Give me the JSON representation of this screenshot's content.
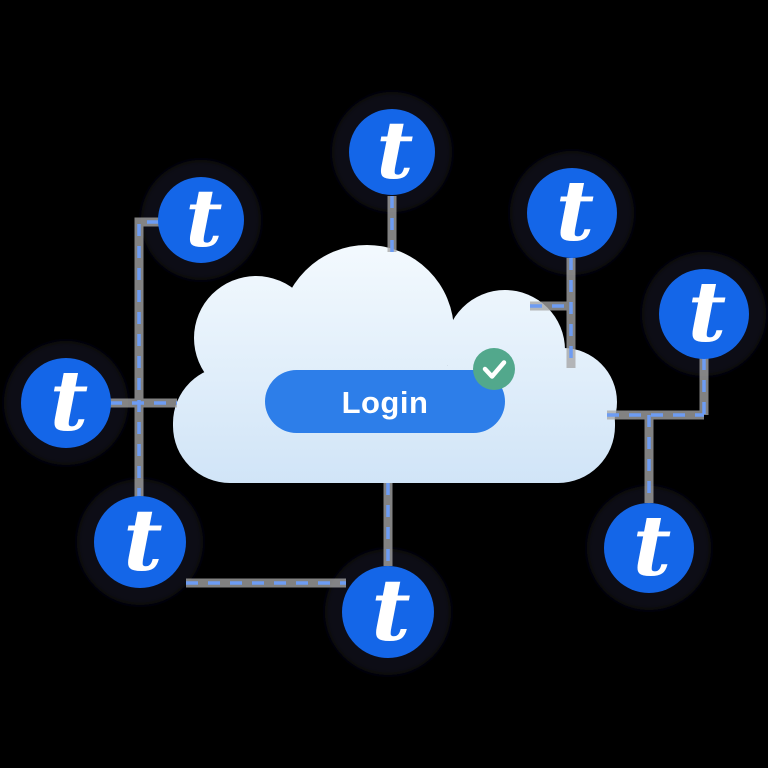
{
  "illustration": {
    "title": "cloud-login-network",
    "login_button": {
      "label": "Login"
    },
    "badge": {
      "icon": "check-icon"
    },
    "coins": [
      {
        "position": "top-center",
        "glyph": "t"
      },
      {
        "position": "top-left",
        "glyph": "t"
      },
      {
        "position": "top-right",
        "glyph": "t"
      },
      {
        "position": "right",
        "glyph": "t"
      },
      {
        "position": "left",
        "glyph": "t"
      },
      {
        "position": "bottom-left",
        "glyph": "t"
      },
      {
        "position": "bottom-center",
        "glyph": "t"
      },
      {
        "position": "bottom-right",
        "glyph": "t"
      }
    ],
    "colors": {
      "background": "#000000",
      "halo": "#101014",
      "coin_blue": "#1466E8",
      "button_blue": "#2D7EE9",
      "badge_green": "#52A88C",
      "dash_blue": "#6D9CF3",
      "dash_gray": "#A6A6A6",
      "cloud_top": "#F4FAFE",
      "cloud_bottom": "#D0E4F7"
    }
  }
}
